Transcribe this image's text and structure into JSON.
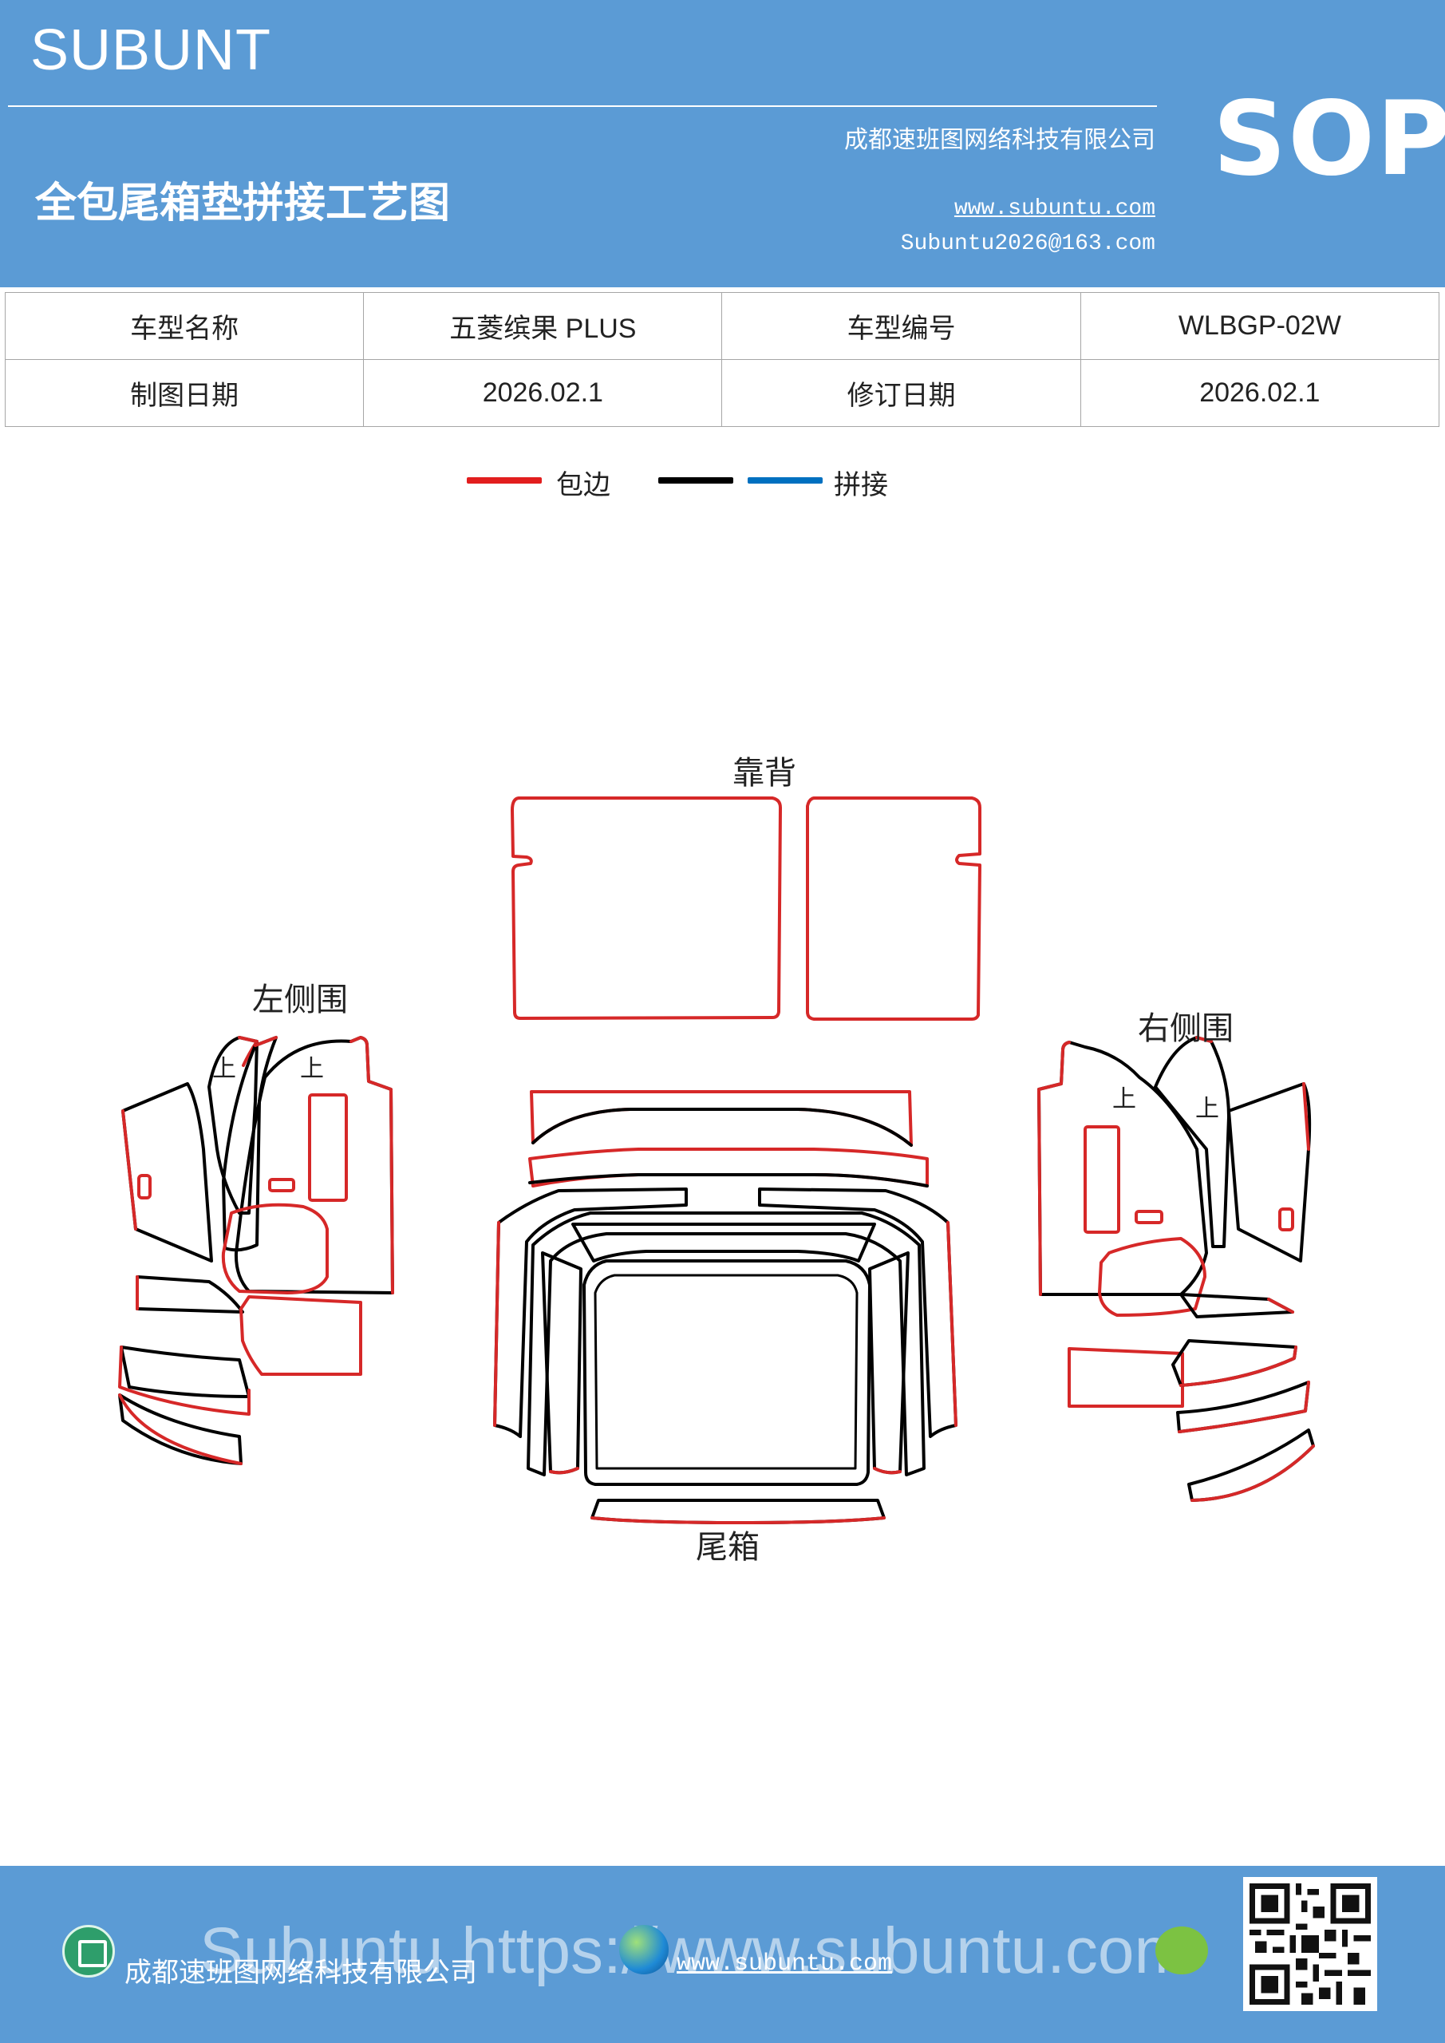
{
  "header": {
    "brand": "SUBUNT",
    "title": "全包尾箱垫拼接工艺图",
    "company": "成都速班图网络科技有限公司",
    "website": "www.subuntu.com",
    "email": "Subuntu2026@163.com",
    "badge": "SOP"
  },
  "info_table": {
    "model_name_label": "车型名称",
    "model_name_value": "五菱缤果 PLUS",
    "model_code_label": "车型编号",
    "model_code_value": "WLBGP-02W",
    "draw_date_label": "制图日期",
    "draw_date_value": "2026.02.1",
    "revise_date_label": "修订日期",
    "revise_date_value": "2026.02.1"
  },
  "legend": {
    "edging_label": "包边",
    "splice_label": "拼接",
    "colors": {
      "edging": "#e21e1e",
      "splice_black": "#000000",
      "splice_blue": "#0070c0"
    }
  },
  "diagram": {
    "backrest_label": "靠背",
    "left_side_label": "左侧围",
    "right_side_label": "右侧围",
    "trunk_label": "尾箱",
    "up_mark": "上"
  },
  "footer": {
    "watermark": "Subuntu https://www.subuntu.com",
    "company": "成都速班图网络科技有限公司",
    "website": "www.subuntu.com",
    "icons": [
      "home-icon",
      "globe-icon",
      "wechat-icon",
      "qr-code"
    ]
  }
}
